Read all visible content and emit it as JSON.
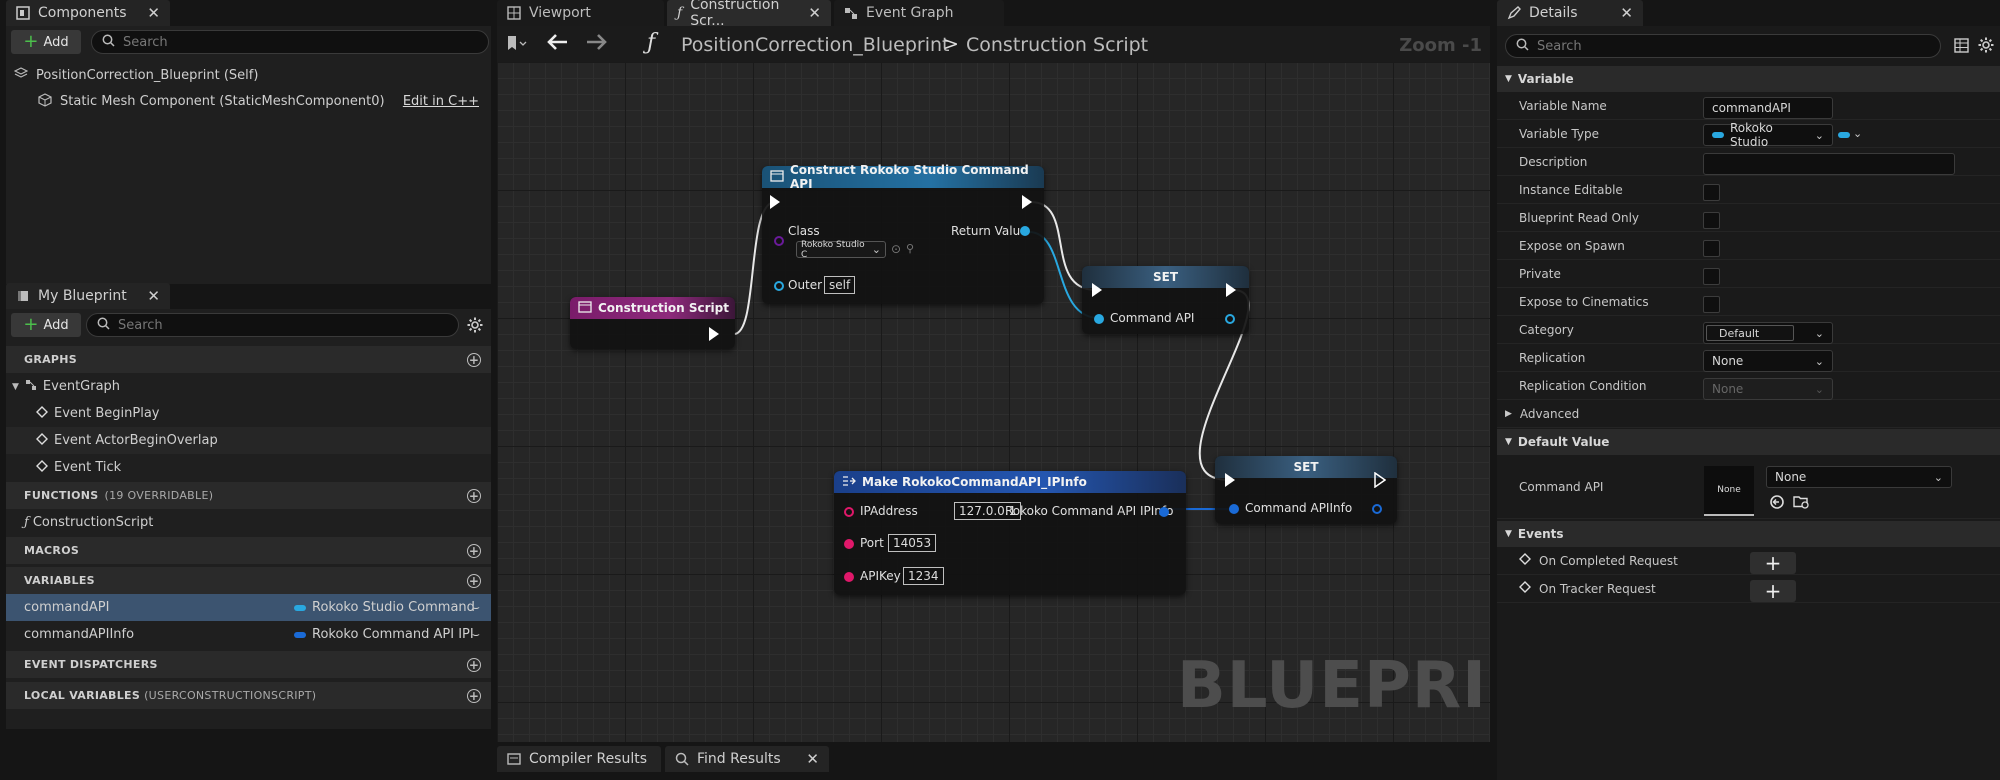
{
  "components_panel": {
    "title": "Components",
    "add_label": "Add",
    "search_placeholder": "Search",
    "tree": [
      {
        "label": "PositionCorrection_Blueprint (Self)"
      },
      {
        "label": "Static Mesh Component (StaticMeshComponent0)",
        "action": "Edit in C++"
      }
    ]
  },
  "my_blueprint": {
    "title": "My Blueprint",
    "add_label": "Add",
    "search_placeholder": "Search",
    "graphs_header": "GRAPHS",
    "event_graph": "EventGraph",
    "events": [
      "Event BeginPlay",
      "Event ActorBeginOverlap",
      "Event Tick"
    ],
    "functions_header": "FUNCTIONS",
    "functions_note": "(19 OVERRIDABLE)",
    "function_items": [
      "ConstructionScript"
    ],
    "macros_header": "MACROS",
    "variables_header": "VARIABLES",
    "variables": [
      {
        "name": "commandAPI",
        "type": "Rokoko Studio Command",
        "color": "#29a8e0",
        "selected": true
      },
      {
        "name": "commandAPIInfo",
        "type": "Rokoko Command API IPI",
        "color": "#1a6ad6",
        "selected": false
      }
    ],
    "dispatchers_header": "EVENT DISPATCHERS",
    "local_vars_header": "LOCAL VARIABLES",
    "local_vars_note": "(USERCONSTRUCTIONSCRIPT)"
  },
  "editor_tabs": [
    {
      "label": "Viewport"
    },
    {
      "label": "Construction Scr..."
    },
    {
      "label": "Event Graph"
    }
  ],
  "toolbar": {
    "breadcrumb_root": "PositionCorrection_Blueprint",
    "breadcrumb_sep": ">",
    "breadcrumb_leaf": "Construction Script",
    "zoom": "Zoom -1"
  },
  "graph": {
    "watermark": "BLUEPRINT",
    "nodes": {
      "construct": {
        "title": "Construct Rokoko Studio Command API",
        "class_label": "Class",
        "class_value": "Rokoko Studio C",
        "outer_label": "Outer",
        "outer_value": "self",
        "return_label": "Return Value"
      },
      "construction_script": {
        "title": "Construction Script"
      },
      "set1": {
        "title": "SET",
        "pin": "Command API"
      },
      "make_ip": {
        "title": "Make RokokoCommandAPI_IPInfo",
        "ip_label": "IPAddress",
        "ip_value": "127.0.0.1",
        "port_label": "Port",
        "port_value": "14053",
        "key_label": "APIKey",
        "key_value": "1234",
        "out_label": "Rokoko Command API IPInfo"
      },
      "set2": {
        "title": "SET",
        "pin": "Command APIInfo"
      }
    }
  },
  "bottom_tabs": [
    {
      "label": "Compiler Results"
    },
    {
      "label": "Find Results"
    }
  ],
  "details": {
    "title": "Details",
    "search_placeholder": "Search",
    "variable_header": "Variable",
    "rows": {
      "name_label": "Variable Name",
      "name_value": "commandAPI",
      "type_label": "Variable Type",
      "type_value": "Rokoko Studio",
      "description_label": "Description",
      "instance_editable": "Instance Editable",
      "read_only": "Blueprint Read Only",
      "expose_spawn": "Expose on Spawn",
      "private": "Private",
      "expose_cinematics": "Expose to Cinematics",
      "category_label": "Category",
      "category_value": "Default",
      "replication_label": "Replication",
      "replication_value": "None",
      "rep_condition_label": "Replication Condition",
      "rep_condition_value": "None",
      "advanced": "Advanced"
    },
    "default_header": "Default Value",
    "default_label": "Command API",
    "default_thumb": "None",
    "default_value": "None",
    "events_header": "Events",
    "events": [
      "On Completed Request",
      "On Tracker Request"
    ],
    "colors": {
      "object_pin": "#29a8e0",
      "struct_pin": "#1a6ad6"
    }
  }
}
